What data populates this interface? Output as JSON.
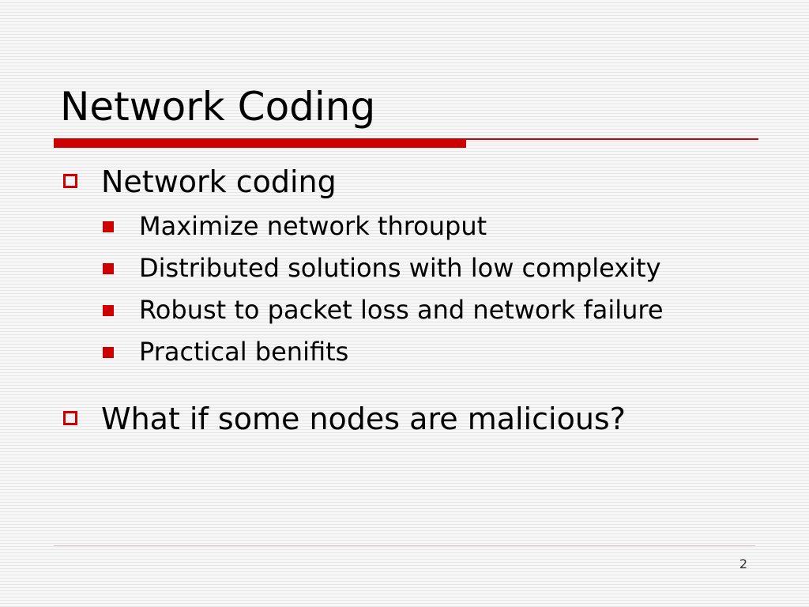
{
  "slide": {
    "title": "Network Coding",
    "bullets": [
      {
        "text": "Network coding",
        "sub": [
          "Maximize network throuput",
          "Distributed solutions with low complexity",
          "Robust to packet loss and network failure",
          "Practical benifits"
        ]
      },
      {
        "text": "What if some nodes are malicious?"
      }
    ],
    "page_number": "2"
  },
  "colors": {
    "accent": "#cc0000"
  }
}
